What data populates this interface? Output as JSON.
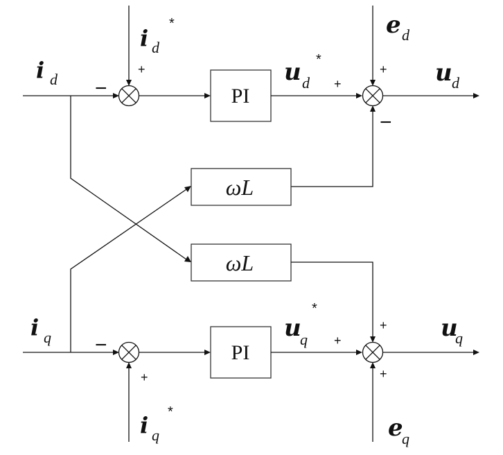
{
  "diagram": {
    "title": "dq-axis decoupled current control block diagram",
    "blocks": {
      "pi_d": "PI",
      "pi_q": "PI",
      "wl_top": "ωL",
      "wl_bottom": "ωL"
    },
    "labels": {
      "id_in": {
        "base": "i",
        "sub": "d",
        "sup": ""
      },
      "id_ref": {
        "base": "i",
        "sub": "d",
        "sup": "*"
      },
      "ud_ref": {
        "base": "u",
        "sub": "d",
        "sup": "*"
      },
      "ed": {
        "base": "e",
        "sub": "d",
        "sup": ""
      },
      "ud_out": {
        "base": "u",
        "sub": "d",
        "sup": ""
      },
      "iq_in": {
        "base": "i",
        "sub": "q",
        "sup": ""
      },
      "iq_ref": {
        "base": "i",
        "sub": "q",
        "sup": "*"
      },
      "uq_ref": {
        "base": "u",
        "sub": "q",
        "sup": "*"
      },
      "eq": {
        "base": "e",
        "sub": "q",
        "sup": ""
      },
      "uq_out": {
        "base": "u",
        "sub": "q",
        "sup": ""
      }
    },
    "signs": {
      "sum_id_left": "−",
      "sum_id_top": "+",
      "sum_ud_left": "+",
      "sum_ud_top": "+",
      "sum_ud_bottom": "−",
      "sum_iq_left": "−",
      "sum_iq_bottom": "+",
      "sum_uq_left": "+",
      "sum_uq_top": "+",
      "sum_uq_bottom": "+"
    },
    "stray_marks": {
      "asterisk": "*"
    }
  }
}
